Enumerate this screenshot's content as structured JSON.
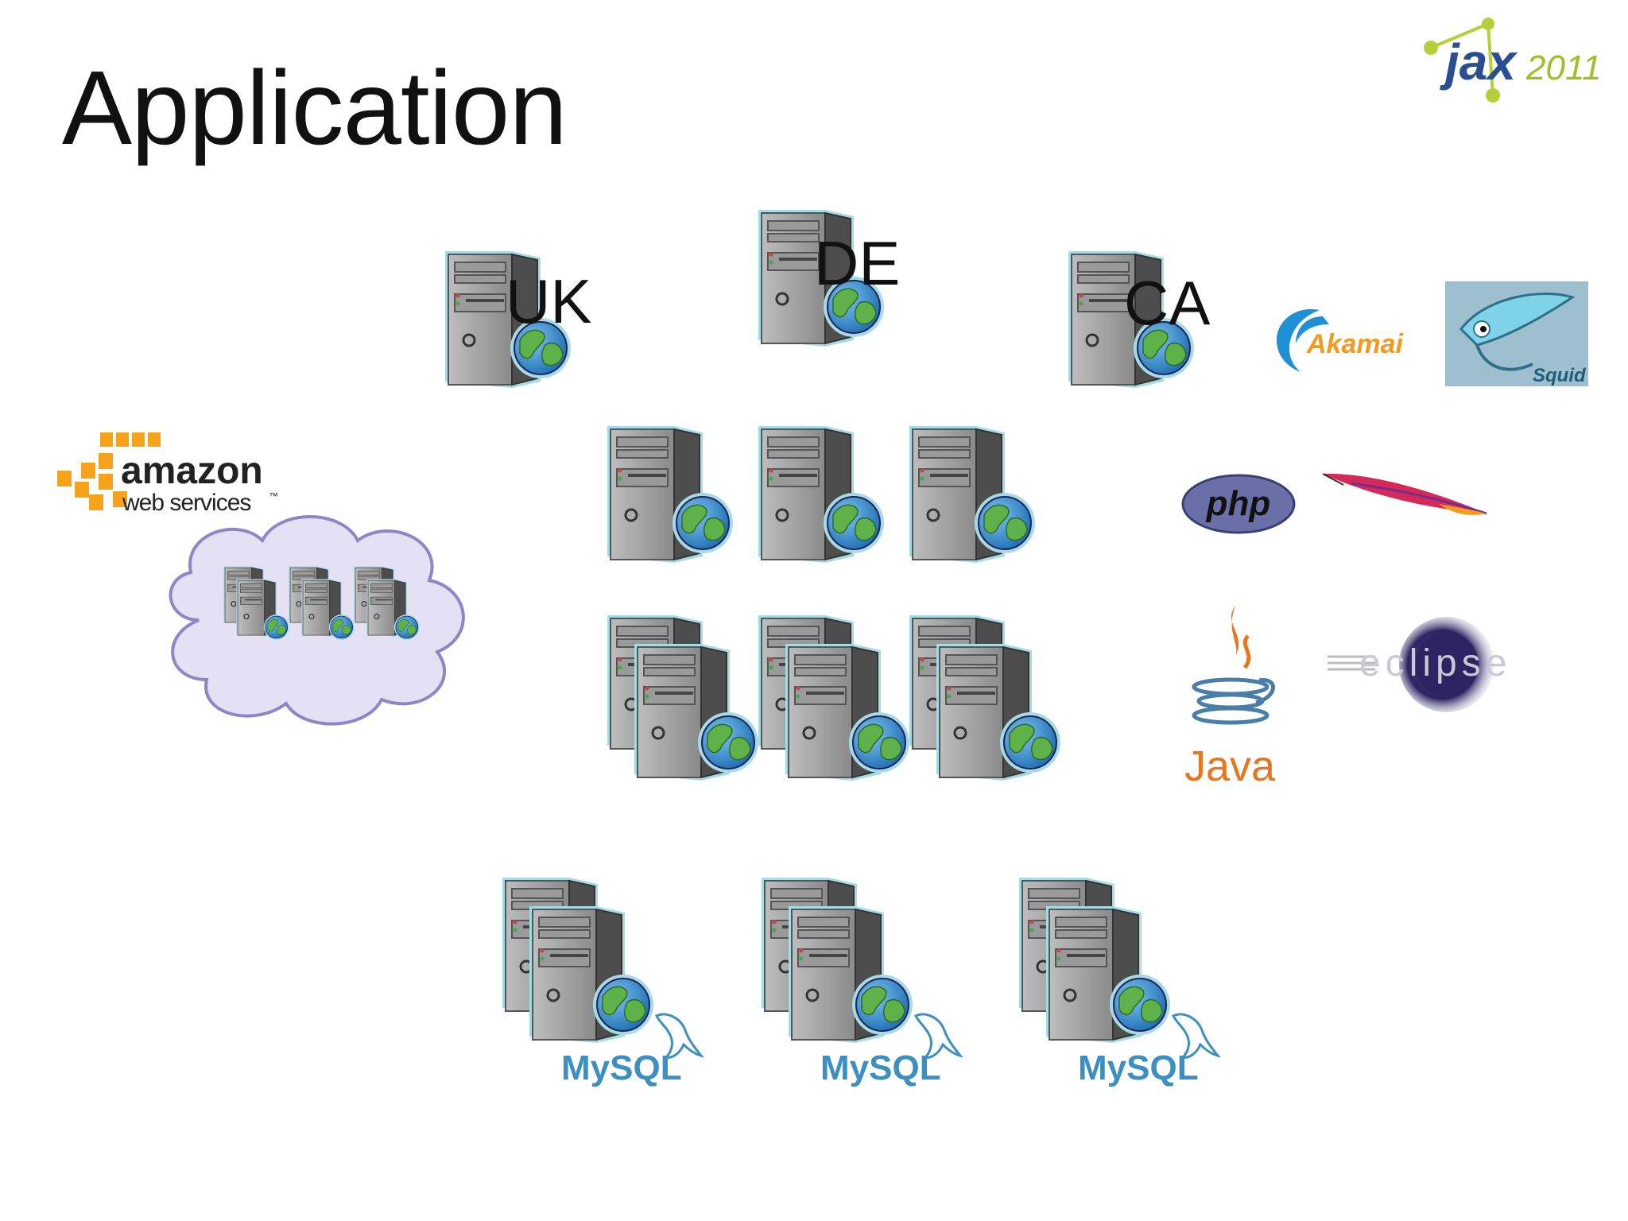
{
  "slide": {
    "title": "Application",
    "logo": {
      "brand": "jax",
      "year": "2011"
    }
  },
  "regions": [
    "UK",
    "DE",
    "CA"
  ],
  "technologies": {
    "cdn": [
      "Akamai",
      "Squid"
    ],
    "web": [
      "php",
      "Apache"
    ],
    "dev": [
      "Java",
      "eclipse"
    ],
    "cloud": {
      "line1": "amazon",
      "line2": "web services",
      "tm": "™"
    },
    "database": "MySQL"
  },
  "colors": {
    "server_body": "#8c8c8c",
    "server_dark": "#4d4d4d",
    "server_outline": "#9ed7e3",
    "globe_ocean": "#2f8fd4",
    "globe_land": "#5fb24a",
    "cloud_fill": "#e4e1f5",
    "cloud_stroke": "#8f86c7",
    "aws_orange": "#f7a21b",
    "mysql_blue": "#3c8fc1",
    "java_orange": "#e8761e",
    "php_purple": "#6a6fa8"
  },
  "icons": [
    "server-icon",
    "globe-icon",
    "cloud-icon",
    "dolphin-icon",
    "feather-icon",
    "squid-icon"
  ]
}
